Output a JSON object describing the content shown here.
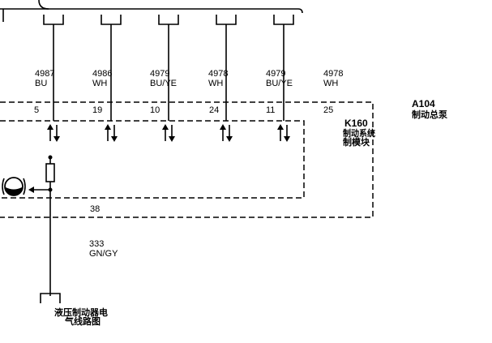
{
  "wires": [
    {
      "id": "w1",
      "number": "4987",
      "color": "BU",
      "pin": "5"
    },
    {
      "id": "w2",
      "number": "4986",
      "color": "WH",
      "pin": "19"
    },
    {
      "id": "w3",
      "number": "4979",
      "color": "BU/YE",
      "pin": "10"
    },
    {
      "id": "w4",
      "number": "4978",
      "color": "WH",
      "pin": "24"
    },
    {
      "id": "w5",
      "number": "4979",
      "color": "BU/YE",
      "pin": "11"
    }
  ],
  "extra_wire": {
    "number": "4978",
    "color": "WH",
    "pin": "25"
  },
  "ground_pin": "38",
  "bottom_wire": {
    "number": "333",
    "color": "GN/GY"
  },
  "components": {
    "a104": {
      "code": "A104",
      "name": "制动总泵"
    },
    "k160": {
      "code": "K160",
      "name_line1": "制动系统",
      "name_line2": "制模块"
    }
  },
  "reference": {
    "line1": "液压制动器电",
    "line2": "气线路图"
  },
  "icons": {
    "bidirectional": "bidirectional-arrow-icon",
    "sensor": "brake-fluid-level-sensor-icon",
    "connector": "connector-bracket-icon"
  }
}
